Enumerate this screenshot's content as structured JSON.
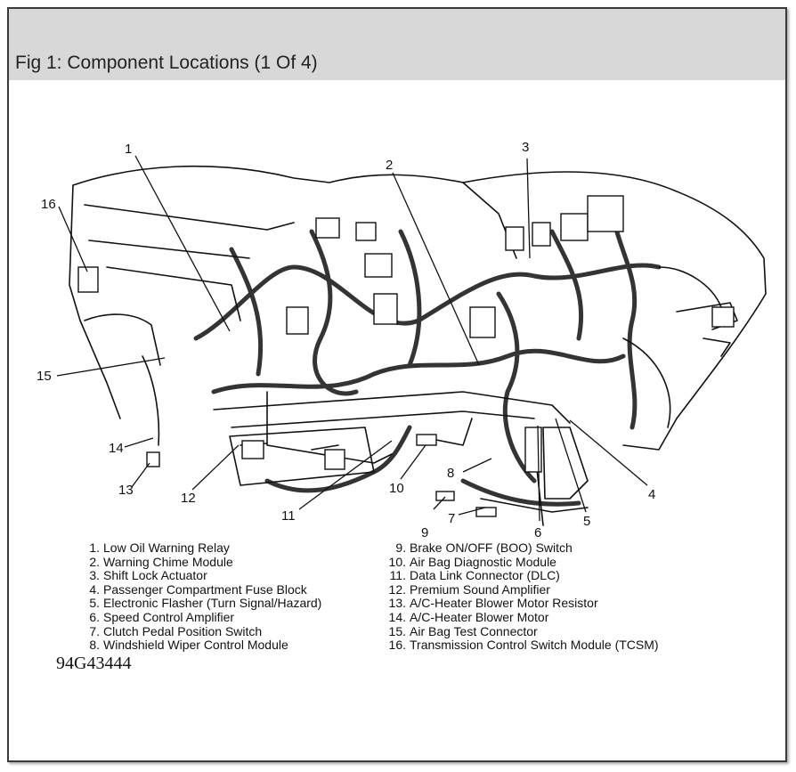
{
  "title": "Fig 1: Component Locations (1 Of 4)",
  "figure_code": "94G43444",
  "callouts": [
    "1",
    "2",
    "3",
    "4",
    "5",
    "6",
    "7",
    "8",
    "9",
    "10",
    "11",
    "12",
    "13",
    "14",
    "15",
    "16"
  ],
  "legend_left": [
    {
      "num": "1.",
      "label": "Low Oil Warning Relay"
    },
    {
      "num": "2.",
      "label": "Warning Chime Module"
    },
    {
      "num": "3.",
      "label": "Shift Lock Actuator"
    },
    {
      "num": "4.",
      "label": "Passenger Compartment Fuse Block"
    },
    {
      "num": "5.",
      "label": "Electronic Flasher (Turn Signal/Hazard)"
    },
    {
      "num": "6.",
      "label": "Speed Control Amplifier"
    },
    {
      "num": "7.",
      "label": "Clutch Pedal Position Switch"
    },
    {
      "num": "8.",
      "label": "Windshield Wiper Control Module"
    }
  ],
  "legend_right": [
    {
      "num": "9.",
      "label": "Brake ON/OFF (BOO) Switch"
    },
    {
      "num": "10.",
      "label": "Air Bag Diagnostic Module"
    },
    {
      "num": "11.",
      "label": "Data Link Connector (DLC)"
    },
    {
      "num": "12.",
      "label": "Premium Sound Amplifier"
    },
    {
      "num": "13.",
      "label": "A/C-Heater Blower Motor Resistor"
    },
    {
      "num": "14.",
      "label": "A/C-Heater Blower Motor"
    },
    {
      "num": "15.",
      "label": "Air Bag Test Connector"
    },
    {
      "num": "16.",
      "label": "Transmission Control Switch Module (TCSM)"
    }
  ]
}
